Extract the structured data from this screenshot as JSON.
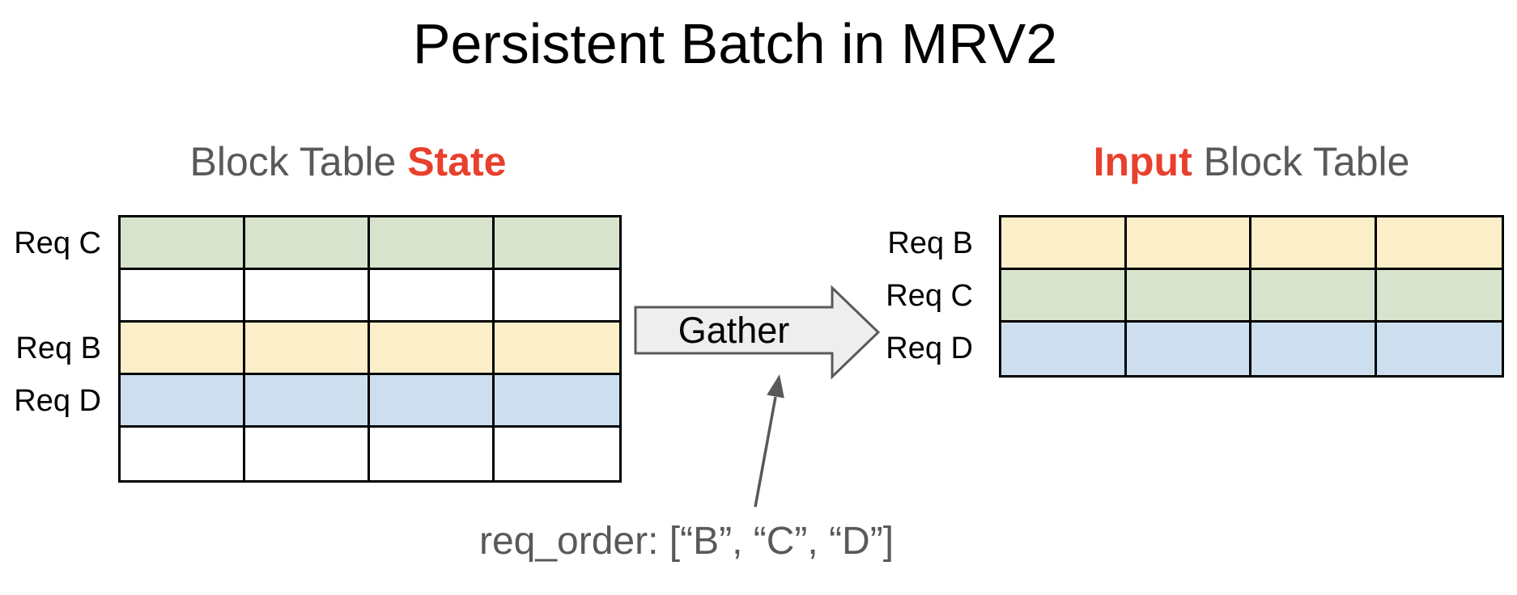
{
  "slide": {
    "title": "Persistent Batch in MRV2"
  },
  "left_table": {
    "heading_prefix": "Block Table ",
    "heading_accent": "State",
    "columns": 4,
    "rows": [
      {
        "label": "Req C",
        "color": "green"
      },
      {
        "label": "",
        "color": "white"
      },
      {
        "label": "Req B",
        "color": "yellow"
      },
      {
        "label": "Req D",
        "color": "blue"
      },
      {
        "label": "",
        "color": "white"
      }
    ]
  },
  "right_table": {
    "heading_accent": "Input",
    "heading_suffix": " Block Table",
    "columns": 4,
    "rows": [
      {
        "label": "Req B",
        "color": "yellow"
      },
      {
        "label": "Req C",
        "color": "green"
      },
      {
        "label": "Req D",
        "color": "blue"
      }
    ]
  },
  "gather": {
    "label": "Gather"
  },
  "annotation": {
    "text": "req_order: [“B”, “C”, “D”]"
  },
  "colors": {
    "accent_red": "#e8402c",
    "heading_gray": "#595959",
    "cell_green": "#d8e3ce",
    "cell_yellow": "#fceec8",
    "cell_blue": "#cddfee",
    "cell_white": "#ffffff",
    "table_border": "#000000",
    "arrow_fill": "#eeeeee",
    "arrow_stroke": "#595959",
    "annotation_gray": "#595959"
  }
}
